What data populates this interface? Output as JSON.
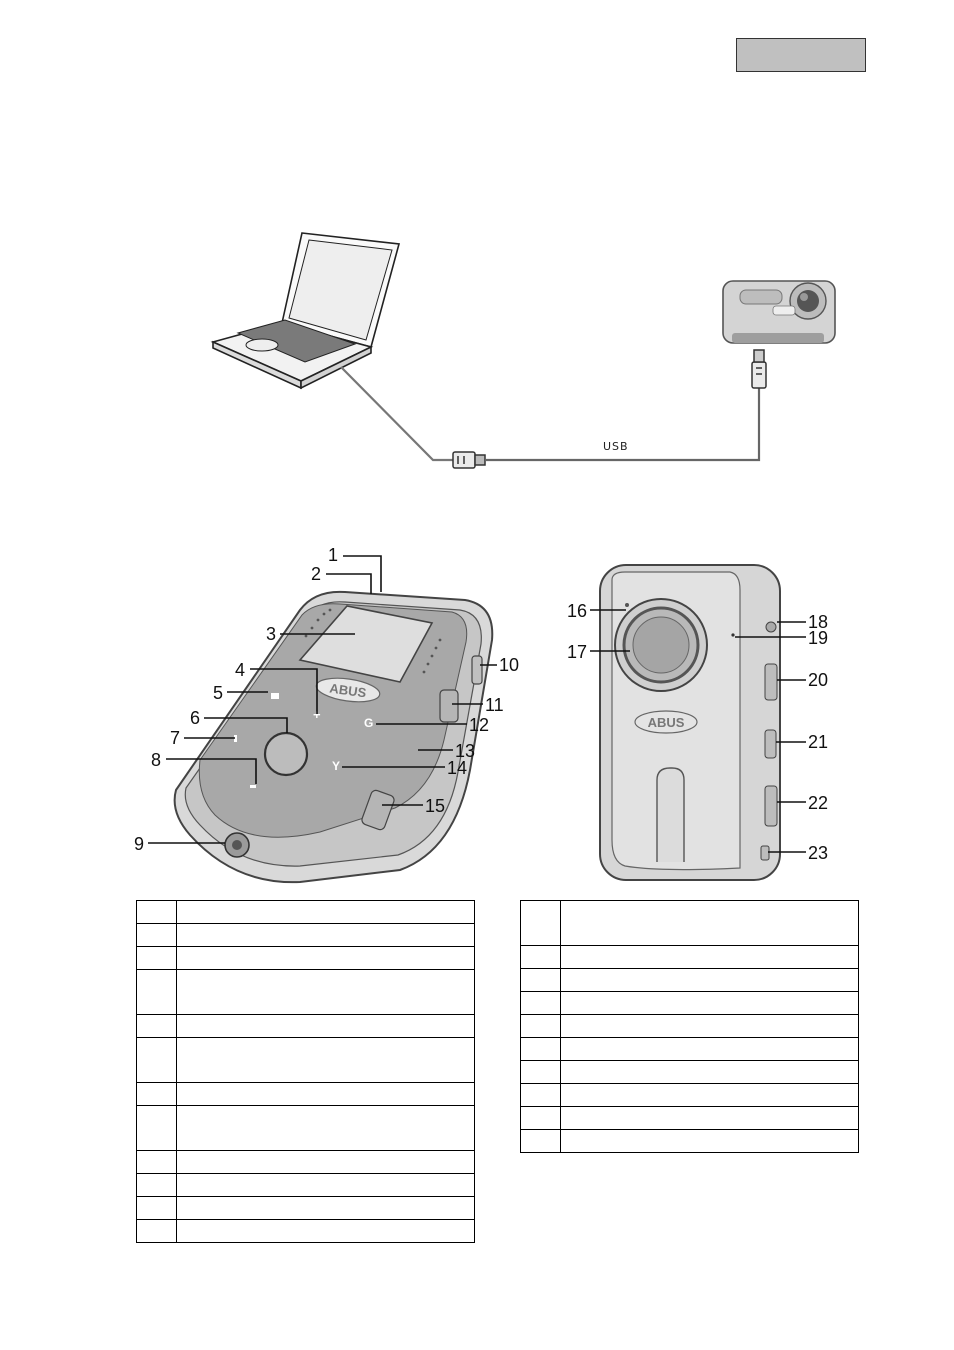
{
  "connection_diagram": {
    "usb_label": "USB"
  },
  "front_view": {
    "callouts": [
      "1",
      "2",
      "3",
      "4",
      "5",
      "6",
      "7",
      "8",
      "9",
      "10",
      "11",
      "12",
      "13",
      "14",
      "15"
    ]
  },
  "back_view": {
    "callouts": [
      "16",
      "17",
      "18",
      "19",
      "20",
      "21",
      "22",
      "23"
    ]
  },
  "brand_logo_text": "ABUS",
  "legend_left": {
    "rows": [
      {
        "num": "",
        "desc": ""
      },
      {
        "num": "",
        "desc": ""
      },
      {
        "num": "",
        "desc": ""
      },
      {
        "num": "",
        "desc": ""
      },
      {
        "num": "",
        "desc": ""
      },
      {
        "num": "",
        "desc": ""
      },
      {
        "num": "",
        "desc": ""
      },
      {
        "num": "",
        "desc": ""
      },
      {
        "num": "",
        "desc": ""
      },
      {
        "num": "",
        "desc": ""
      },
      {
        "num": "",
        "desc": ""
      },
      {
        "num": "",
        "desc": ""
      }
    ]
  },
  "legend_right": {
    "rows": [
      {
        "num": "",
        "desc": ""
      },
      {
        "num": "",
        "desc": ""
      },
      {
        "num": "",
        "desc": ""
      },
      {
        "num": "",
        "desc": ""
      },
      {
        "num": "",
        "desc": ""
      },
      {
        "num": "",
        "desc": ""
      },
      {
        "num": "",
        "desc": ""
      },
      {
        "num": "",
        "desc": ""
      },
      {
        "num": "",
        "desc": ""
      },
      {
        "num": "",
        "desc": ""
      }
    ]
  },
  "colors": {
    "language_box": "#c0c0c0",
    "device_body": "#d8d8d8",
    "device_face": "#a9a9a9",
    "cable": "#666666"
  }
}
